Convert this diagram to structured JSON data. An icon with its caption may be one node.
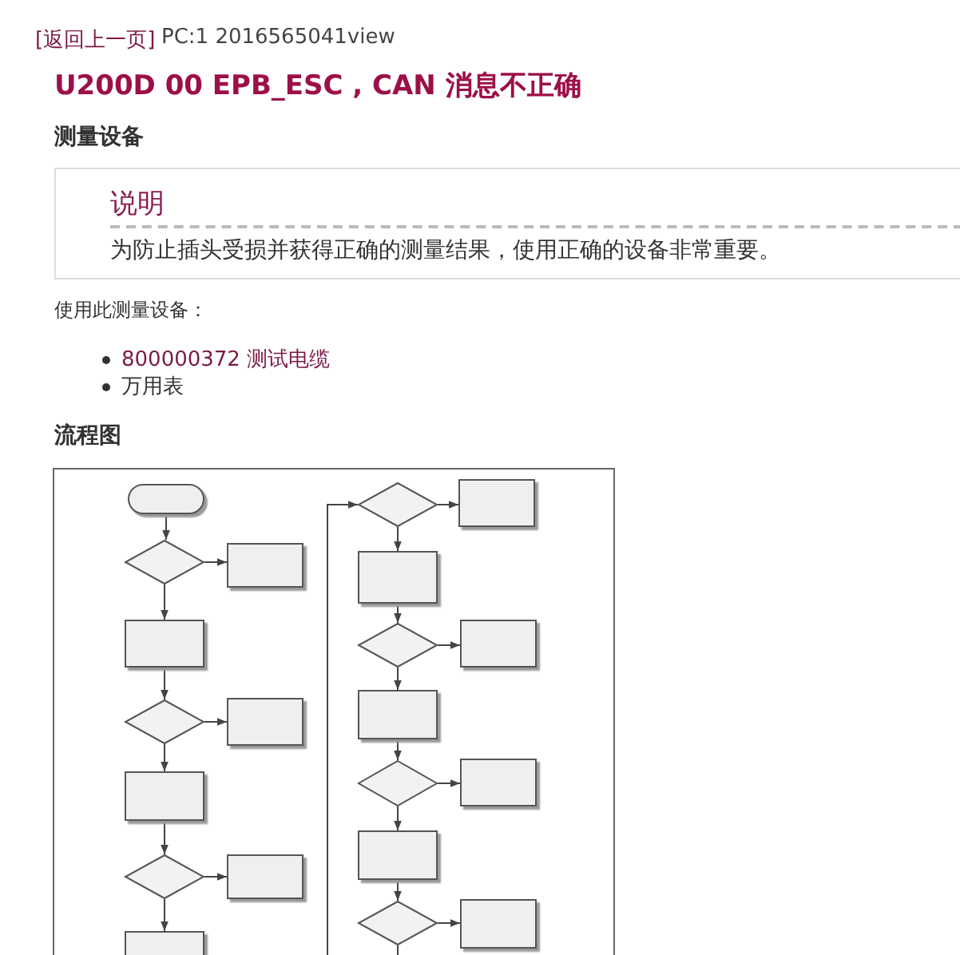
{
  "diagram": {
    "title": "U200D 00 EPB_ESC , CAN 消息不正确",
    "nodes": [
      {
        "text": [
          "说明",
          "为防止插头受损并获得正确的测量结果，使用正确的设备非常重要。"
        ]
      },
      {
        "text": [],
        "shape": "box"
      },
      {
        "text": [],
        "shape": "diamond"
      },
      {
        "text": [],
        "shape": "box"
      },
      {
        "text": [],
        "shape": "box"
      },
      {
        "text": [],
        "shape": "diamond"
      },
      {
        "text": [],
        "shape": "box"
      },
      {
        "text": [],
        "shape": "box"
      },
      {
        "text": [],
        "shape": "diamond"
      },
      {
        "text": [],
        "shape": "box"
      },
      {
        "text": [],
        "shape": "box"
      },
      {
        "text": [],
        "shape": "diamond"
      },
      {
        "text": [],
        "shape": "box"
      },
      {
        "text": [],
        "shape": "box"
      },
      {
        "text": [],
        "shape": "diamond"
      },
      {
        "text": [],
        "shape": "box"
      },
      {
        "text": [],
        "shape": "box"
      },
      {
        "text": [],
        "shape": "diamond"
      },
      {
        "text": [],
        "shape": "box"
      },
      {
        "text": [],
        "shape": "box"
      },
      {
        "text": [],
        "shape": "diamond"
      },
      {
        "text": [],
        "shape": "box"
      }
    ],
    "edges": [
      {
        "from": 1,
        "to": 2,
        "arrow": "to"
      },
      {
        "from": 2,
        "to": 3,
        "arrow": "to"
      },
      {
        "from": 2,
        "to": 4,
        "arrow": "to"
      },
      {
        "from": 4,
        "to": 5,
        "arrow": "to"
      },
      {
        "from": 5,
        "to": 6,
        "arrow": "to"
      },
      {
        "from": 5,
        "to": 7,
        "arrow": "to"
      },
      {
        "from": 7,
        "to": 8,
        "arrow": "to"
      },
      {
        "from": 8,
        "to": 9,
        "arrow": "to"
      },
      {
        "from": 8,
        "to": 10,
        "arrow": "to"
      },
      {
        "from": null,
        "to": 11,
        "arrow": "to"
      },
      {
        "from": 11,
        "to": 12,
        "arrow": "to"
      },
      {
        "from": 11,
        "to": 13,
        "arrow": "to"
      },
      {
        "from": 13,
        "to": 14,
        "arrow": "to"
      },
      {
        "from": 14,
        "to": 15,
        "arrow": "to"
      },
      {
        "from": 14,
        "to": 16,
        "arrow": "to"
      },
      {
        "from": 16,
        "to": 17,
        "arrow": "to"
      },
      {
        "from": 17,
        "to": 18,
        "arrow": "to"
      },
      {
        "from": 17,
        "to": 19,
        "arrow": "to"
      },
      {
        "from": 19,
        "to": 20,
        "arrow": "to"
      },
      {
        "from": 20,
        "to": 21,
        "arrow": "to"
      },
      {
        "from": 20,
        "to": null,
        "arrow": "none"
      }
    ],
    "labels": [
      "[返回上一页]",
      "PC:1 2016565041view",
      "测量设备",
      "使用此测量设备：",
      "800000372 测试电缆",
      "万用表",
      "流程图"
    ]
  }
}
